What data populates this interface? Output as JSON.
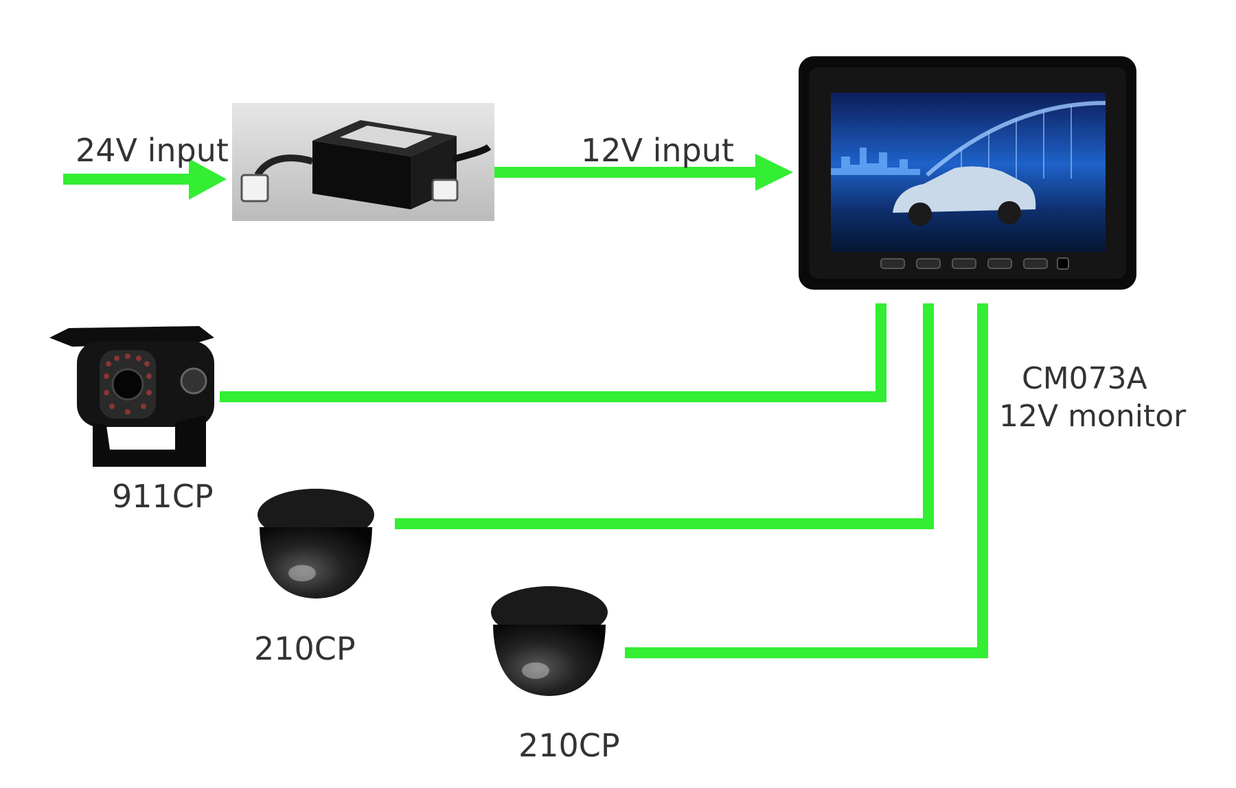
{
  "labels": {
    "input_24v": "24V input",
    "input_12v": "12V input",
    "monitor_model": "CM073A",
    "monitor_desc": "12V monitor",
    "camera_rear": "911CP",
    "camera_dome_1": "210CP",
    "camera_dome_2": "210CP"
  },
  "colors": {
    "wire": "#33ee33",
    "device_body": "#111111",
    "screen_glow": "#1a6fe8",
    "label_text": "#333333"
  }
}
